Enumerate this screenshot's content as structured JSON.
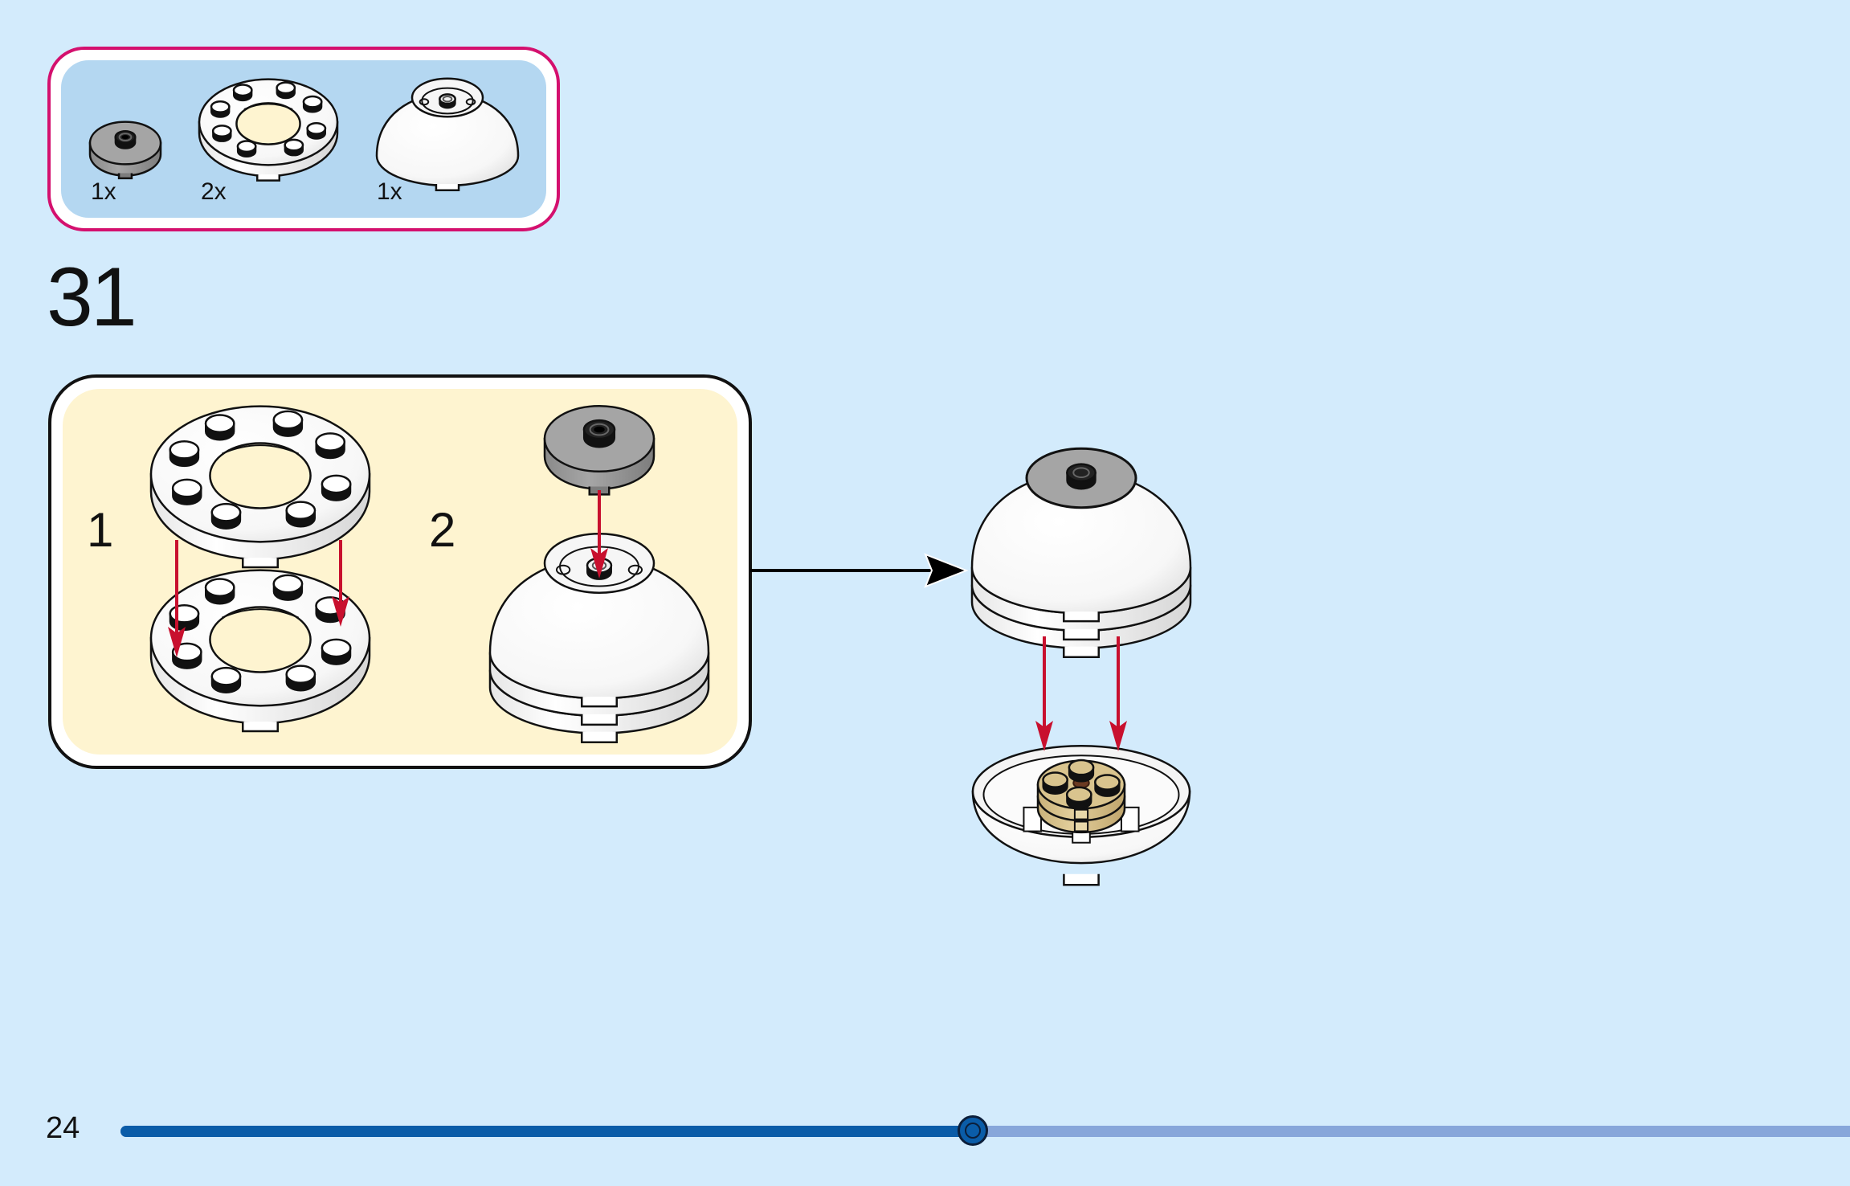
{
  "document": {
    "type": "building-instructions",
    "page_number": "24",
    "step_number": "31"
  },
  "parts_list": {
    "items": [
      {
        "name": "round-tile-2x2-with-stud",
        "color": "#9a9a9a",
        "colorName": "grey",
        "qty": "1x"
      },
      {
        "name": "round-plate-4x4-with-hole",
        "color": "#ffffff",
        "colorName": "white",
        "qty": "2x"
      },
      {
        "name": "dome-4x4",
        "color": "#ffffff",
        "colorName": "white",
        "qty": "1x"
      }
    ],
    "border_color": "#d4106e",
    "fill_color": "#b4d7f1"
  },
  "sub_assembly": {
    "steps": [
      {
        "label": "1",
        "description": "stack two white round plates"
      },
      {
        "label": "2",
        "description": "attach grey round tile onto dome"
      }
    ],
    "fill_color": "#fef4d0"
  },
  "main_assembly": {
    "description": "place dome assembly onto tan base in white bowl"
  },
  "colors": {
    "background": "#d3ebfc",
    "arrow": "#c8102e",
    "tan": "#d9c48e",
    "grey": "#9a9a9a",
    "outline": "#111111"
  },
  "progress": {
    "fraction": 0.493,
    "fill_color": "#0a5ca8",
    "track_color": "#87a6da"
  }
}
